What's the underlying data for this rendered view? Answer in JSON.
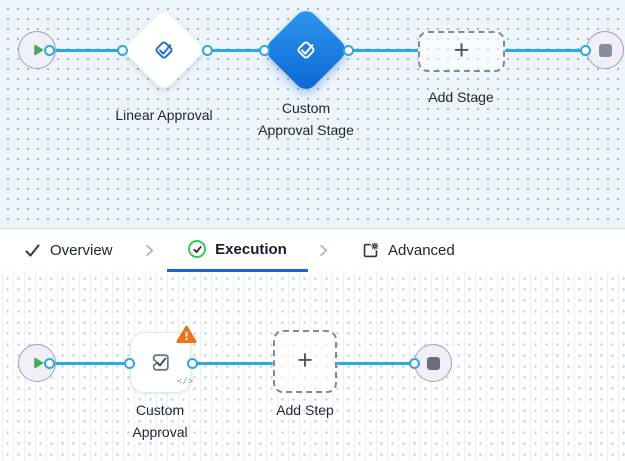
{
  "colors": {
    "flow_line": "#2aa9e2",
    "active_tab_underline": "#1868c9",
    "selected_stage_gradient": [
      "#2f98ef",
      "#0b66d4"
    ],
    "stage_icon_blue": "#1d6fd6",
    "success_green": "#35cb55",
    "warning_orange": "#ee7318",
    "play_green": "#46ab57",
    "canvas_top_bg": "#edf5fa",
    "canvas_bottom_bg": "#ffffff"
  },
  "top_canvas": {
    "stage_linear": {
      "label": "Linear Approval"
    },
    "stage_custom": {
      "label": "Custom Approval Stage",
      "selected": true
    },
    "add_stage": {
      "plus": "+",
      "label": "Add Stage"
    }
  },
  "tab_bar": {
    "tabs": [
      {
        "label": "Overview",
        "icon": "check-icon"
      },
      {
        "label": "Execution",
        "icon": "success-circle-icon",
        "active": true
      },
      {
        "label": "Advanced",
        "icon": "box-gear-icon"
      }
    ]
  },
  "bottom_canvas": {
    "step_custom": {
      "label": "Custom Approval",
      "warning": true,
      "code_badge": "</>"
    },
    "add_step": {
      "plus": "+",
      "label": "Add Step"
    }
  }
}
